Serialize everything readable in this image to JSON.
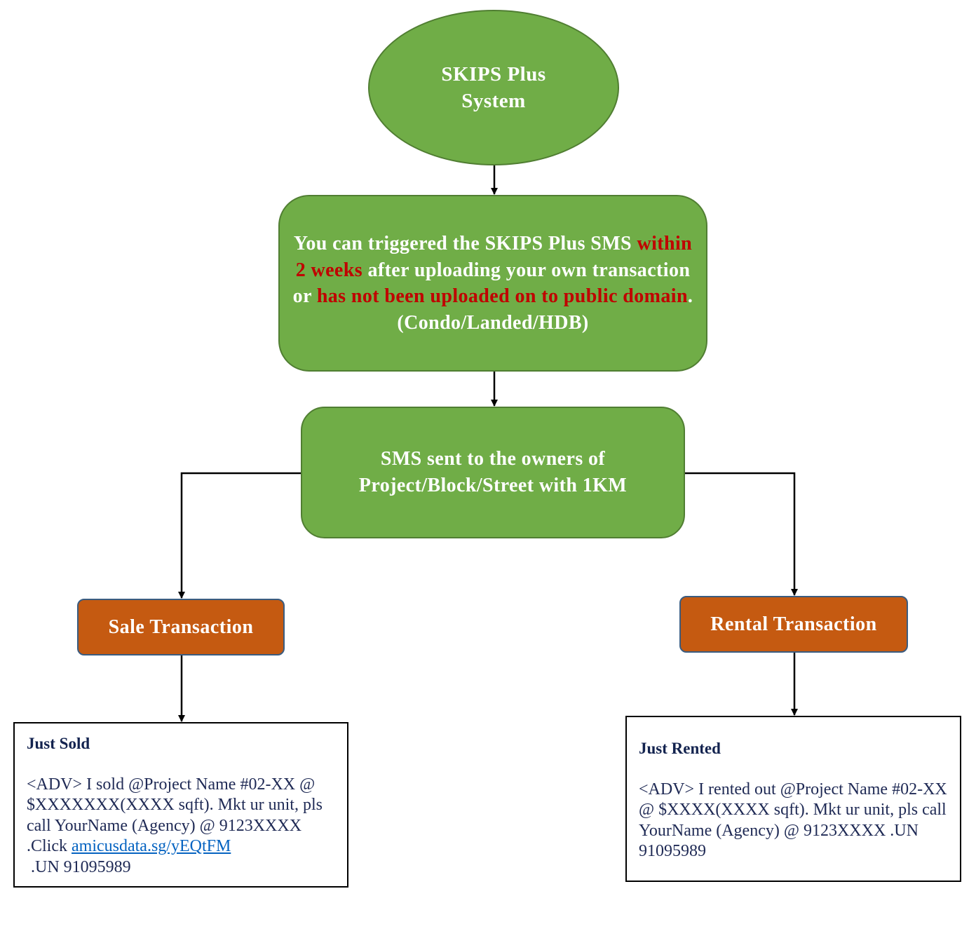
{
  "diagram": {
    "start": {
      "line1": "SKIPS Plus",
      "line2": "System"
    },
    "trigger": {
      "part1": "You can triggered the SKIPS Plus SMS",
      "highlight1": "within 2 weeks",
      "part2": "after uploading your own transaction or",
      "highlight2": "has not been uploaded on to public domain",
      "part3": ".",
      "line_last": "(Condo/Landed/HDB)"
    },
    "sms": {
      "line1": "SMS sent to the owners of",
      "line2": "Project/Block/Street with 1KM"
    },
    "sale": {
      "label": "Sale Transaction"
    },
    "rental": {
      "label": "Rental Transaction"
    },
    "sold_message": {
      "title": "Just Sold",
      "body": "<ADV> I sold @Project Name #02-XX @ $XXXXXXX(XXXX sqft). Mkt ur unit, pls call YourName (Agency) @ 9123XXXX .Click ",
      "link": "amicusdata.sg/yEQtFM",
      "tail": ".UN 91095989"
    },
    "rented_message": {
      "title": "Just Rented",
      "body": "<ADV> I rented out @Project Name #02-XX @ $XXXX(XXXX sqft). Mkt ur unit, pls call YourName (Agency) @ 9123XXXX .UN 91095989"
    },
    "colors": {
      "process_fill": "#70ad47",
      "transaction_fill": "#c55a11",
      "highlight_text": "#c00000",
      "message_text": "#1f2a55",
      "link": "#0563c1"
    }
  }
}
